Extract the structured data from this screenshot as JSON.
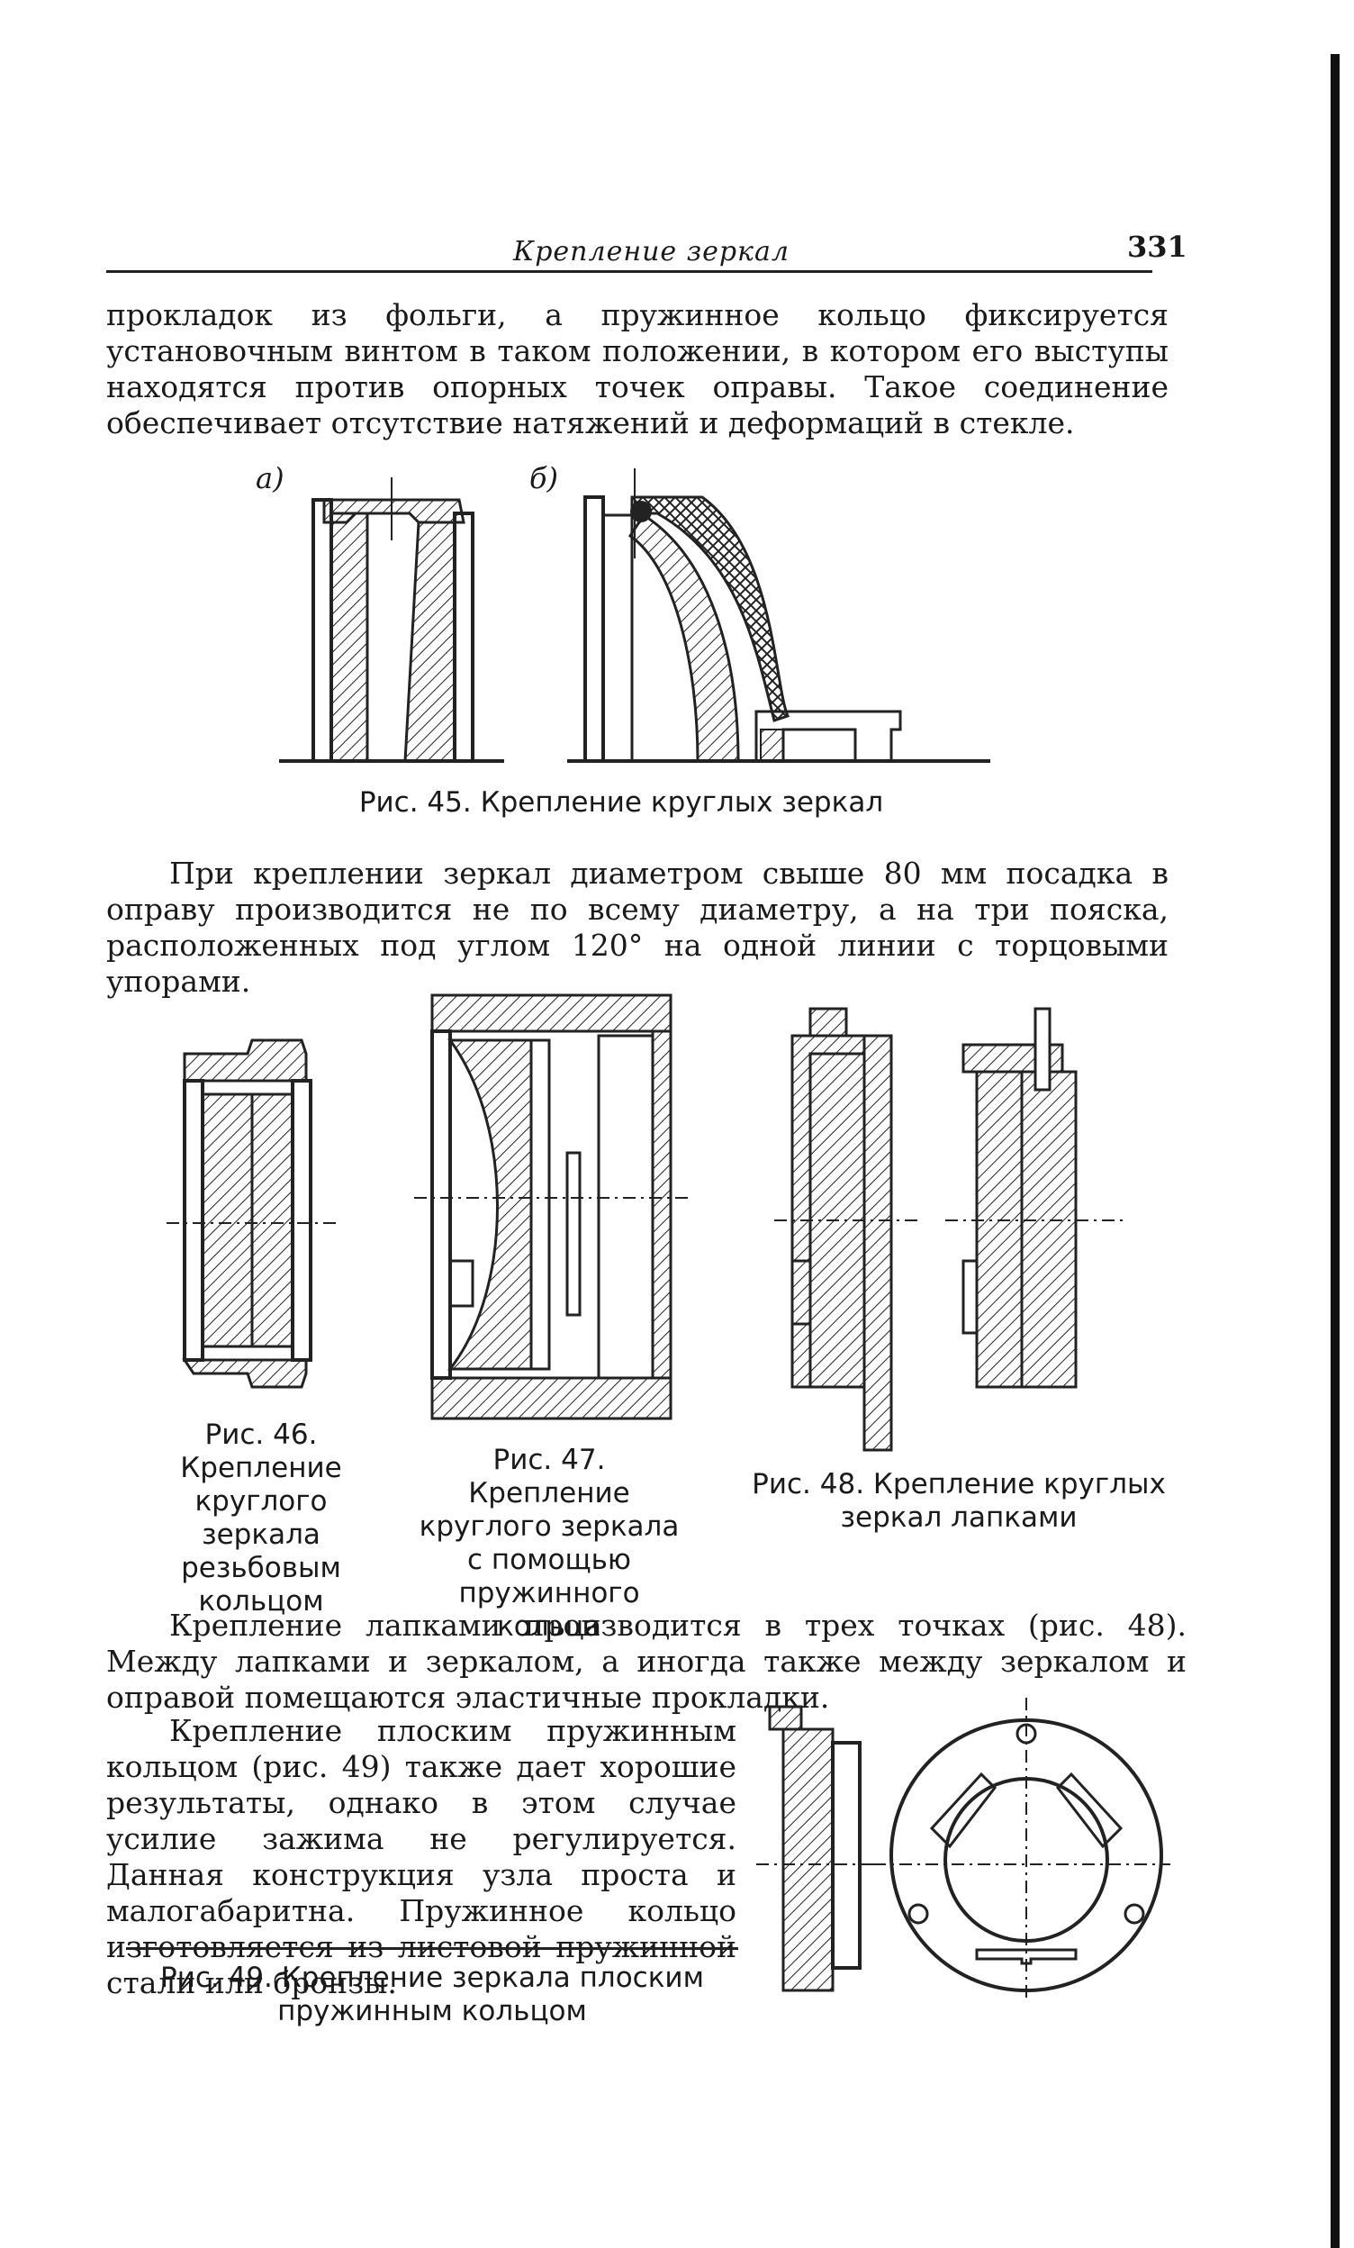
{
  "header": {
    "running_title": "Крепление зеркал",
    "page_number": "331"
  },
  "body": {
    "p1": "прокладок из фольги, а пружинное кольцо фиксируется установочным винтом в таком положении, в котором его выступы находятся против опорных точек оправы. Такое соединение обеспечивает отсутствие натяжений и деформаций в стекле.",
    "p2": "При креплении зеркал диаметром свыше 80 мм посадка в оправу производится не по всему диаметру, а на три пояска, расположенных под углом 120° на одной линии с торцовыми упорами.",
    "p3": "Крепление лапками производится в трех точках (рис. 48). Между лапками и зеркалом, а иногда также между зеркалом и оправой помещаются эластичные прокладки.",
    "p4": "Крепление плоским пружинным кольцом (рис. 49) также дает хорошие результаты, однако в этом случае усилие зажима не регулируется. Данная конструкция узла проста и малогабаритна. Пружинное кольцо изготовляется из листовой пружинной стали или бронзы."
  },
  "figures": {
    "fig45": {
      "label_a": "а)",
      "label_b": "б)",
      "caption": "Рис. 45. Крепление круглых зеркал"
    },
    "fig46": {
      "caption": "Рис. 46. Крепление круглого зеркала резьбовым кольцом"
    },
    "fig47": {
      "caption": "Рис. 47. Крепление круглого зеркала с помощью пружинного кольца"
    },
    "fig48": {
      "caption": "Рис. 48. Крепление круглых зеркал лапками"
    },
    "fig49": {
      "caption": "Рис. 49. Крепление зеркала плоским пружинным кольцом"
    }
  }
}
